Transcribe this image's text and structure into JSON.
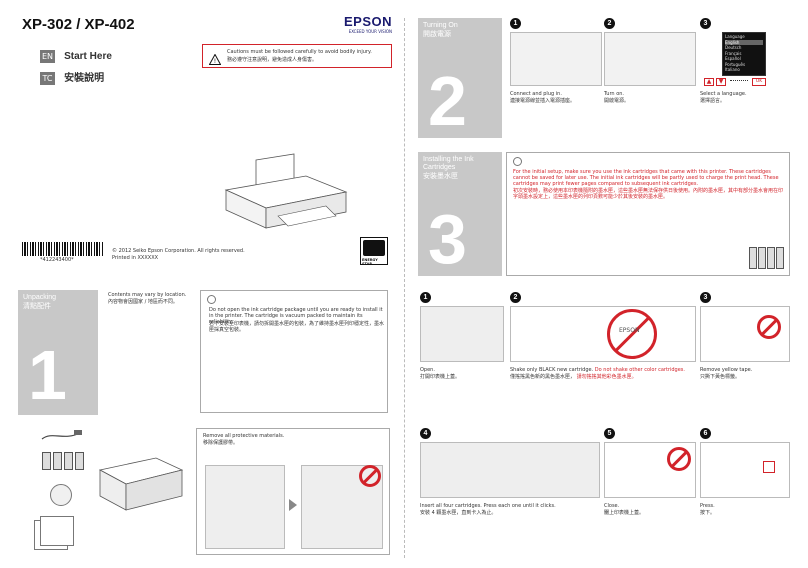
{
  "header": {
    "model": "XP-302 / XP-402",
    "brand": "EPSON",
    "tagline": "EXCEED YOUR VISION",
    "lang_en_code": "EN",
    "lang_en_title": "Start Here",
    "lang_tc_code": "TC",
    "lang_tc_title": "安裝說明",
    "caution_en": "Cautions must be followed carefully to avoid bodily injury.",
    "caution_tc": "務必遵守注意說明，避免造成人身傷害。"
  },
  "footer": {
    "barcode_text": "*412243400*",
    "copyright": "© 2012 Seiko Epson Corporation. All rights reserved.",
    "printed": "Printed in XXXXXX",
    "energy_star": "ENERGY STAR"
  },
  "unpacking": {
    "title_en": "Unpacking",
    "title_tc": "清點配件",
    "number": "1",
    "contents_en": "Contents may vary by location.",
    "contents_tc": "內容物會因國家 / 地區而不同。",
    "note_en": "Do not open the ink cartridge package until you are ready to install it in the printer. The cartridge is vacuum packed to maintain its reliability.",
    "note_tc": "若不安裝至印表機，請勿拆開墨水匣的包裝，為了維持墨水匣列印穩定性，墨水匣採真空包裝。",
    "remove_en": "Remove all protective materials.",
    "remove_tc": "移除保護膠帶。"
  },
  "turning_on": {
    "title_en": "Turning On",
    "title_tc": "開啟電源",
    "number": "2",
    "steps": [
      {
        "num": "1",
        "en": "Connect and plug in.",
        "tc": "連接電源線並插入電源插座。"
      },
      {
        "num": "2",
        "en": "Turn on.",
        "tc": "開啟電源。"
      },
      {
        "num": "3",
        "en": "Select a language.",
        "tc": "選擇語言。"
      }
    ],
    "languages": [
      "Language",
      "English",
      "Deutsch",
      "Français",
      "Español",
      "Português",
      "Italiano"
    ],
    "ok": "OK"
  },
  "installing": {
    "title_en": "Installing the Ink Cartridges",
    "title_tc": "安裝墨水匣",
    "number": "3",
    "note_en": "For the initial setup, make sure you use the ink cartridges that came with this printer. These cartridges cannot be saved for later use. The initial ink cartridges will be partly used to charge the print head. These cartridges may print fewer pages compared to subsequent ink cartridges.",
    "note_tc": "初次安裝時，務必使用本印表機隨附的墨水匣，這些墨水匣無法保存供日後使用。內附的墨水匣，其中有部分墨水會用在印字頭墨水設定上，這些墨水匣的列印頁數可能少於其後安裝的墨水匣。",
    "steps": [
      {
        "num": "1",
        "en": "Open.",
        "tc": "打開印表機上蓋。"
      },
      {
        "num": "2",
        "en": "Shake only BLACK new cartridge.",
        "en_red": "Do not shake other color cartridges.",
        "tc": "僅搖搖黑色新的黑色墨水匣，",
        "tc_red": "請勿搖搖其他彩色墨水匣。"
      },
      {
        "num": "3",
        "en": "Remove yellow tape.",
        "tc": "只撕下黃色標籤。"
      },
      {
        "num": "4",
        "en": "Insert all four cartridges. Press each one until it clicks.",
        "tc": "安裝 4 顆墨水匣，直到卡入為止。"
      },
      {
        "num": "5",
        "en": "Close.",
        "tc": "闔上印表機上蓋。"
      },
      {
        "num": "6",
        "en": "Press.",
        "tc": "按下。"
      }
    ],
    "epson_label": "EPSON"
  },
  "colors": {
    "accent": "#d2232a",
    "section_gray": "#c8c8c8"
  }
}
